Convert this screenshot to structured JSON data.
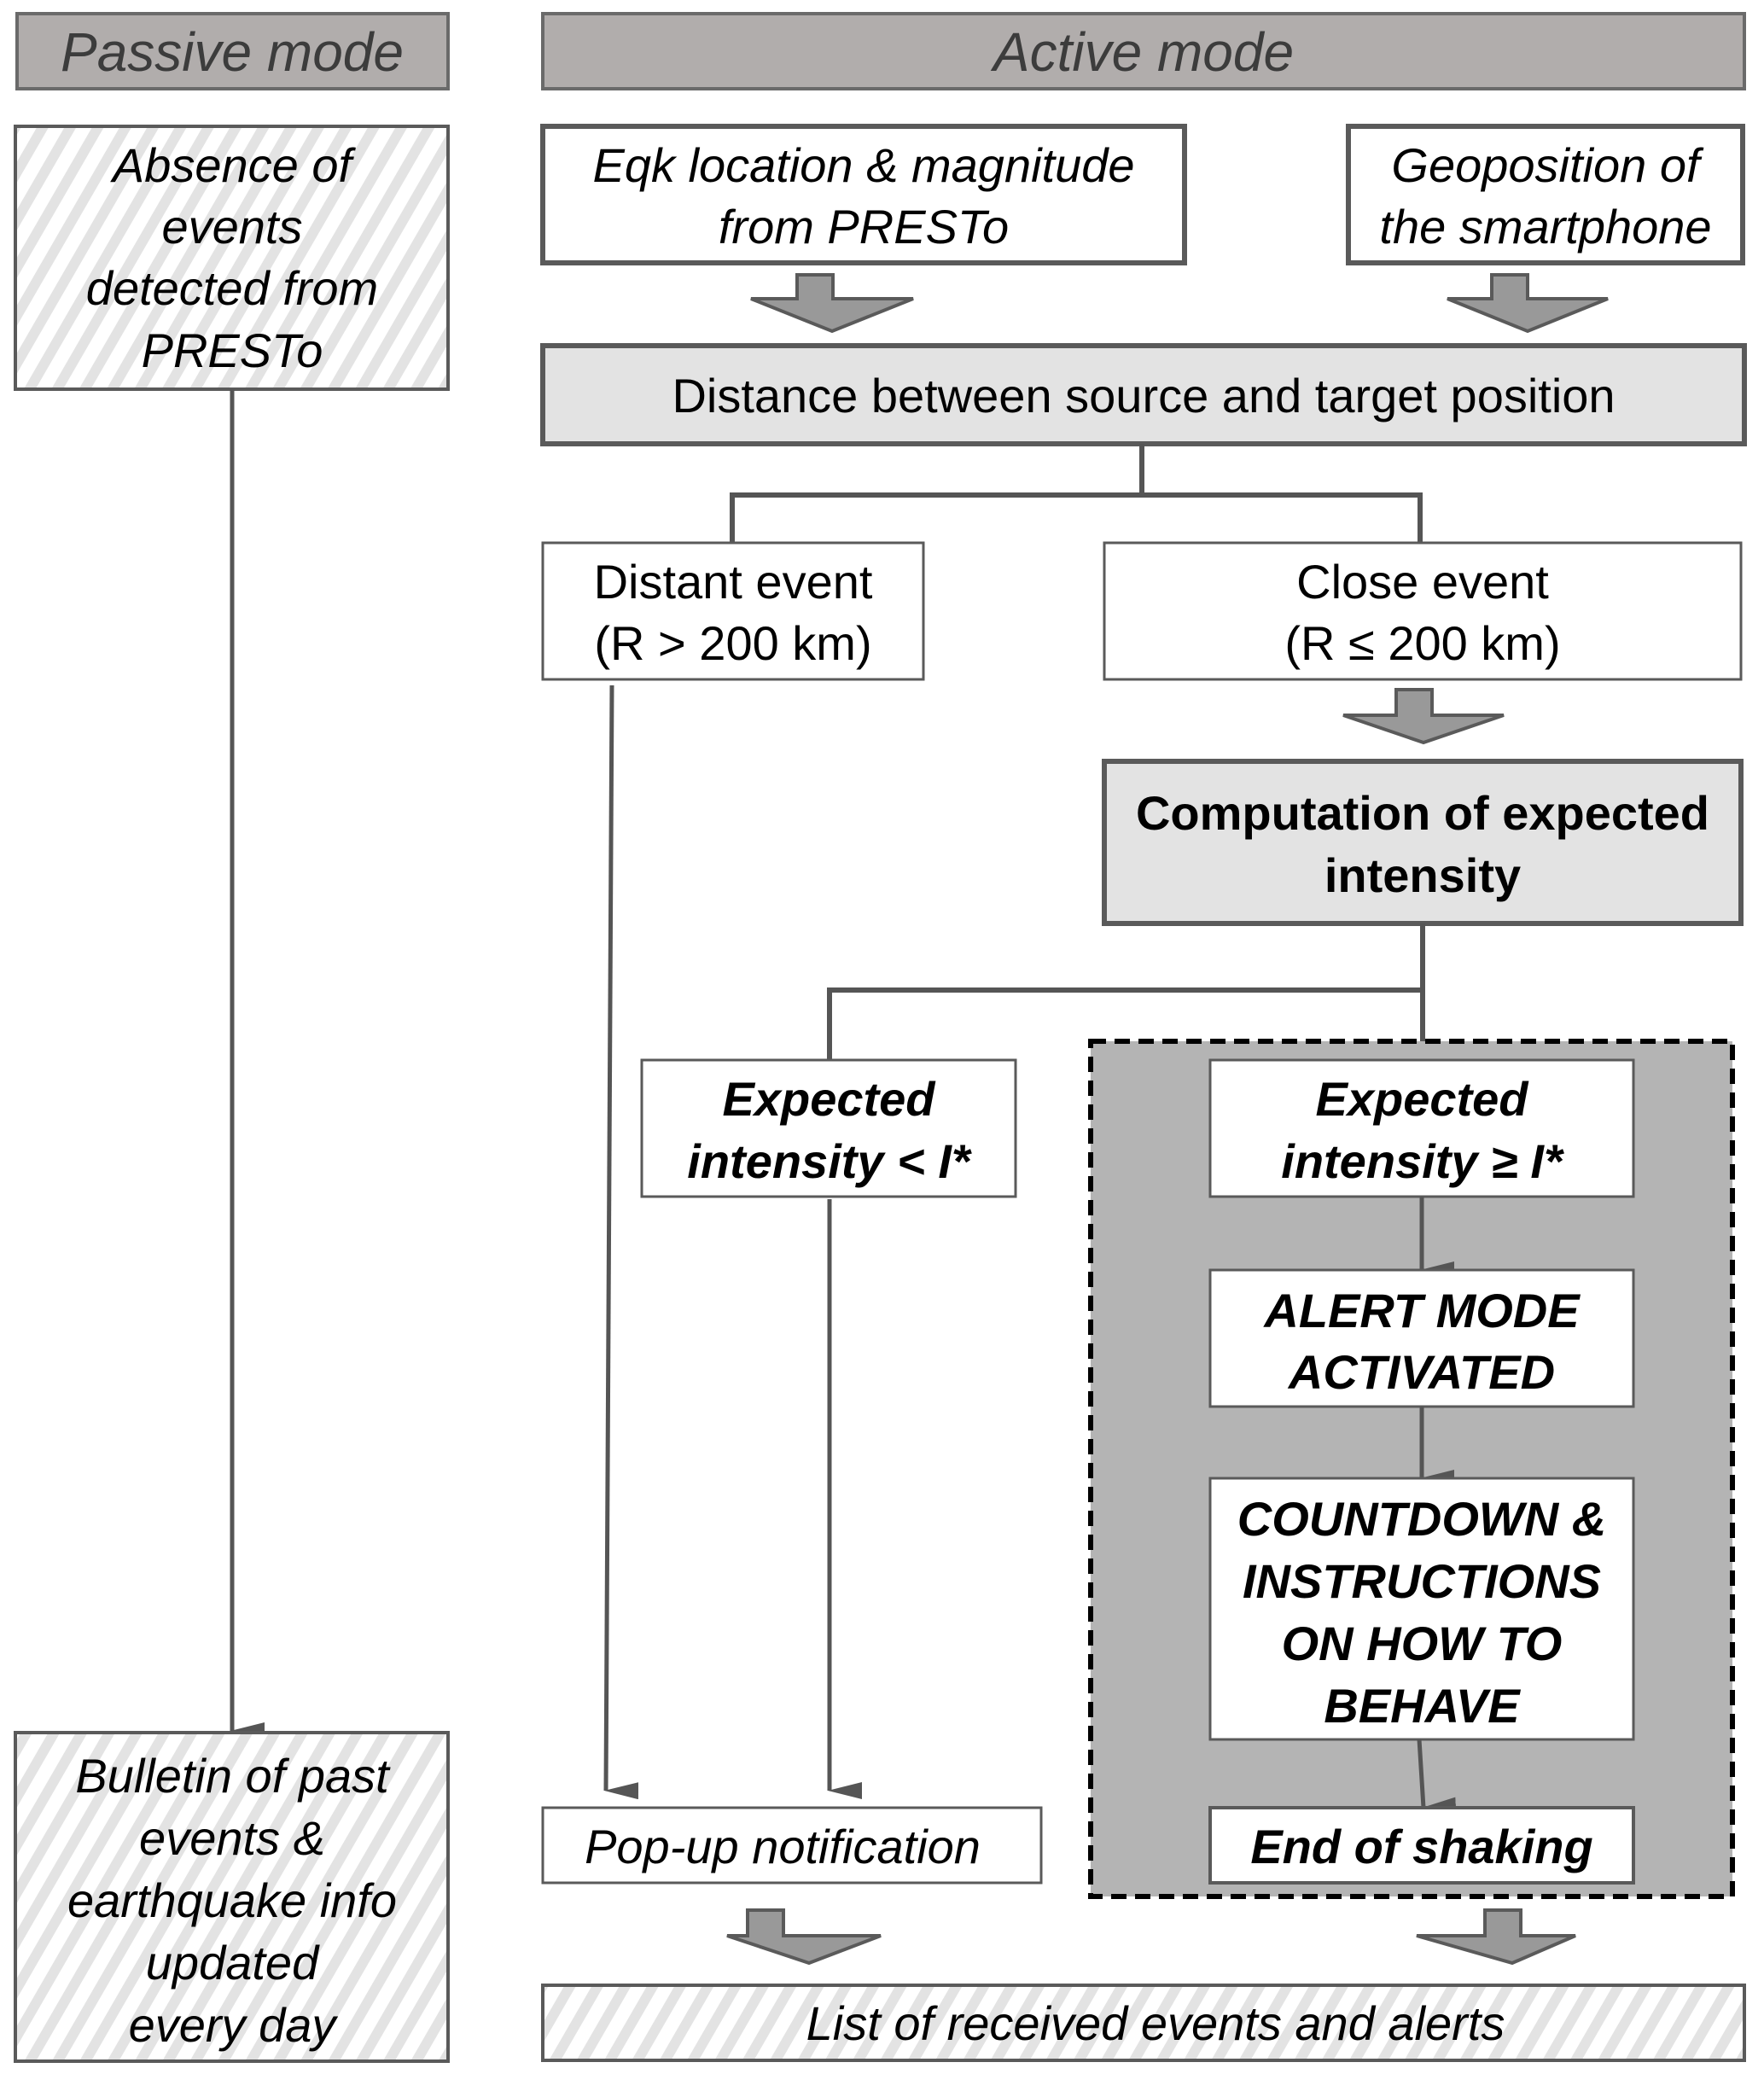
{
  "colors": {
    "header_fill": "#b1adac",
    "header_stroke": "#6a6a6a",
    "box_stroke": "#5a5a5a",
    "process_fill": "#e3e3e3",
    "alert_region_fill": "#b4b4b4",
    "block_arrow_fill": "#999999",
    "line": "#555555",
    "hatch_stripe": "#e3e3e3"
  },
  "headers": {
    "passive": "Passive mode",
    "active": "Active mode"
  },
  "passive": {
    "absence_lines": [
      "Absence of",
      "events",
      "detected from",
      "PRESTo"
    ],
    "bulletin_lines": [
      "Bulletin of past",
      "events &",
      "earthquake info",
      "updated",
      "every day"
    ]
  },
  "active": {
    "eqk_lines": [
      "Eqk location & magnitude",
      "from PRESTo"
    ],
    "geo_lines": [
      "Geoposition of",
      "the smartphone"
    ],
    "distance": "Distance between source and target position",
    "distant_lines": [
      "Distant event",
      "(R > 200 km)"
    ],
    "close_lines": [
      "Close event",
      "(R ≤ 200 km)"
    ],
    "computation_lines": [
      "Computation of expected",
      "intensity"
    ],
    "low_intensity_lines": [
      "Expected",
      "intensity < I*"
    ],
    "high_intensity_lines": [
      "Expected",
      "intensity ≥ I*"
    ],
    "alert_lines": [
      "ALERT MODE",
      "ACTIVATED"
    ],
    "countdown_lines": [
      "COUNTDOWN &",
      "INSTRUCTIONS",
      "ON HOW TO",
      "BEHAVE"
    ],
    "end_shaking": "End of shaking",
    "popup": "Pop-up notification",
    "list": "List of received events and alerts"
  }
}
